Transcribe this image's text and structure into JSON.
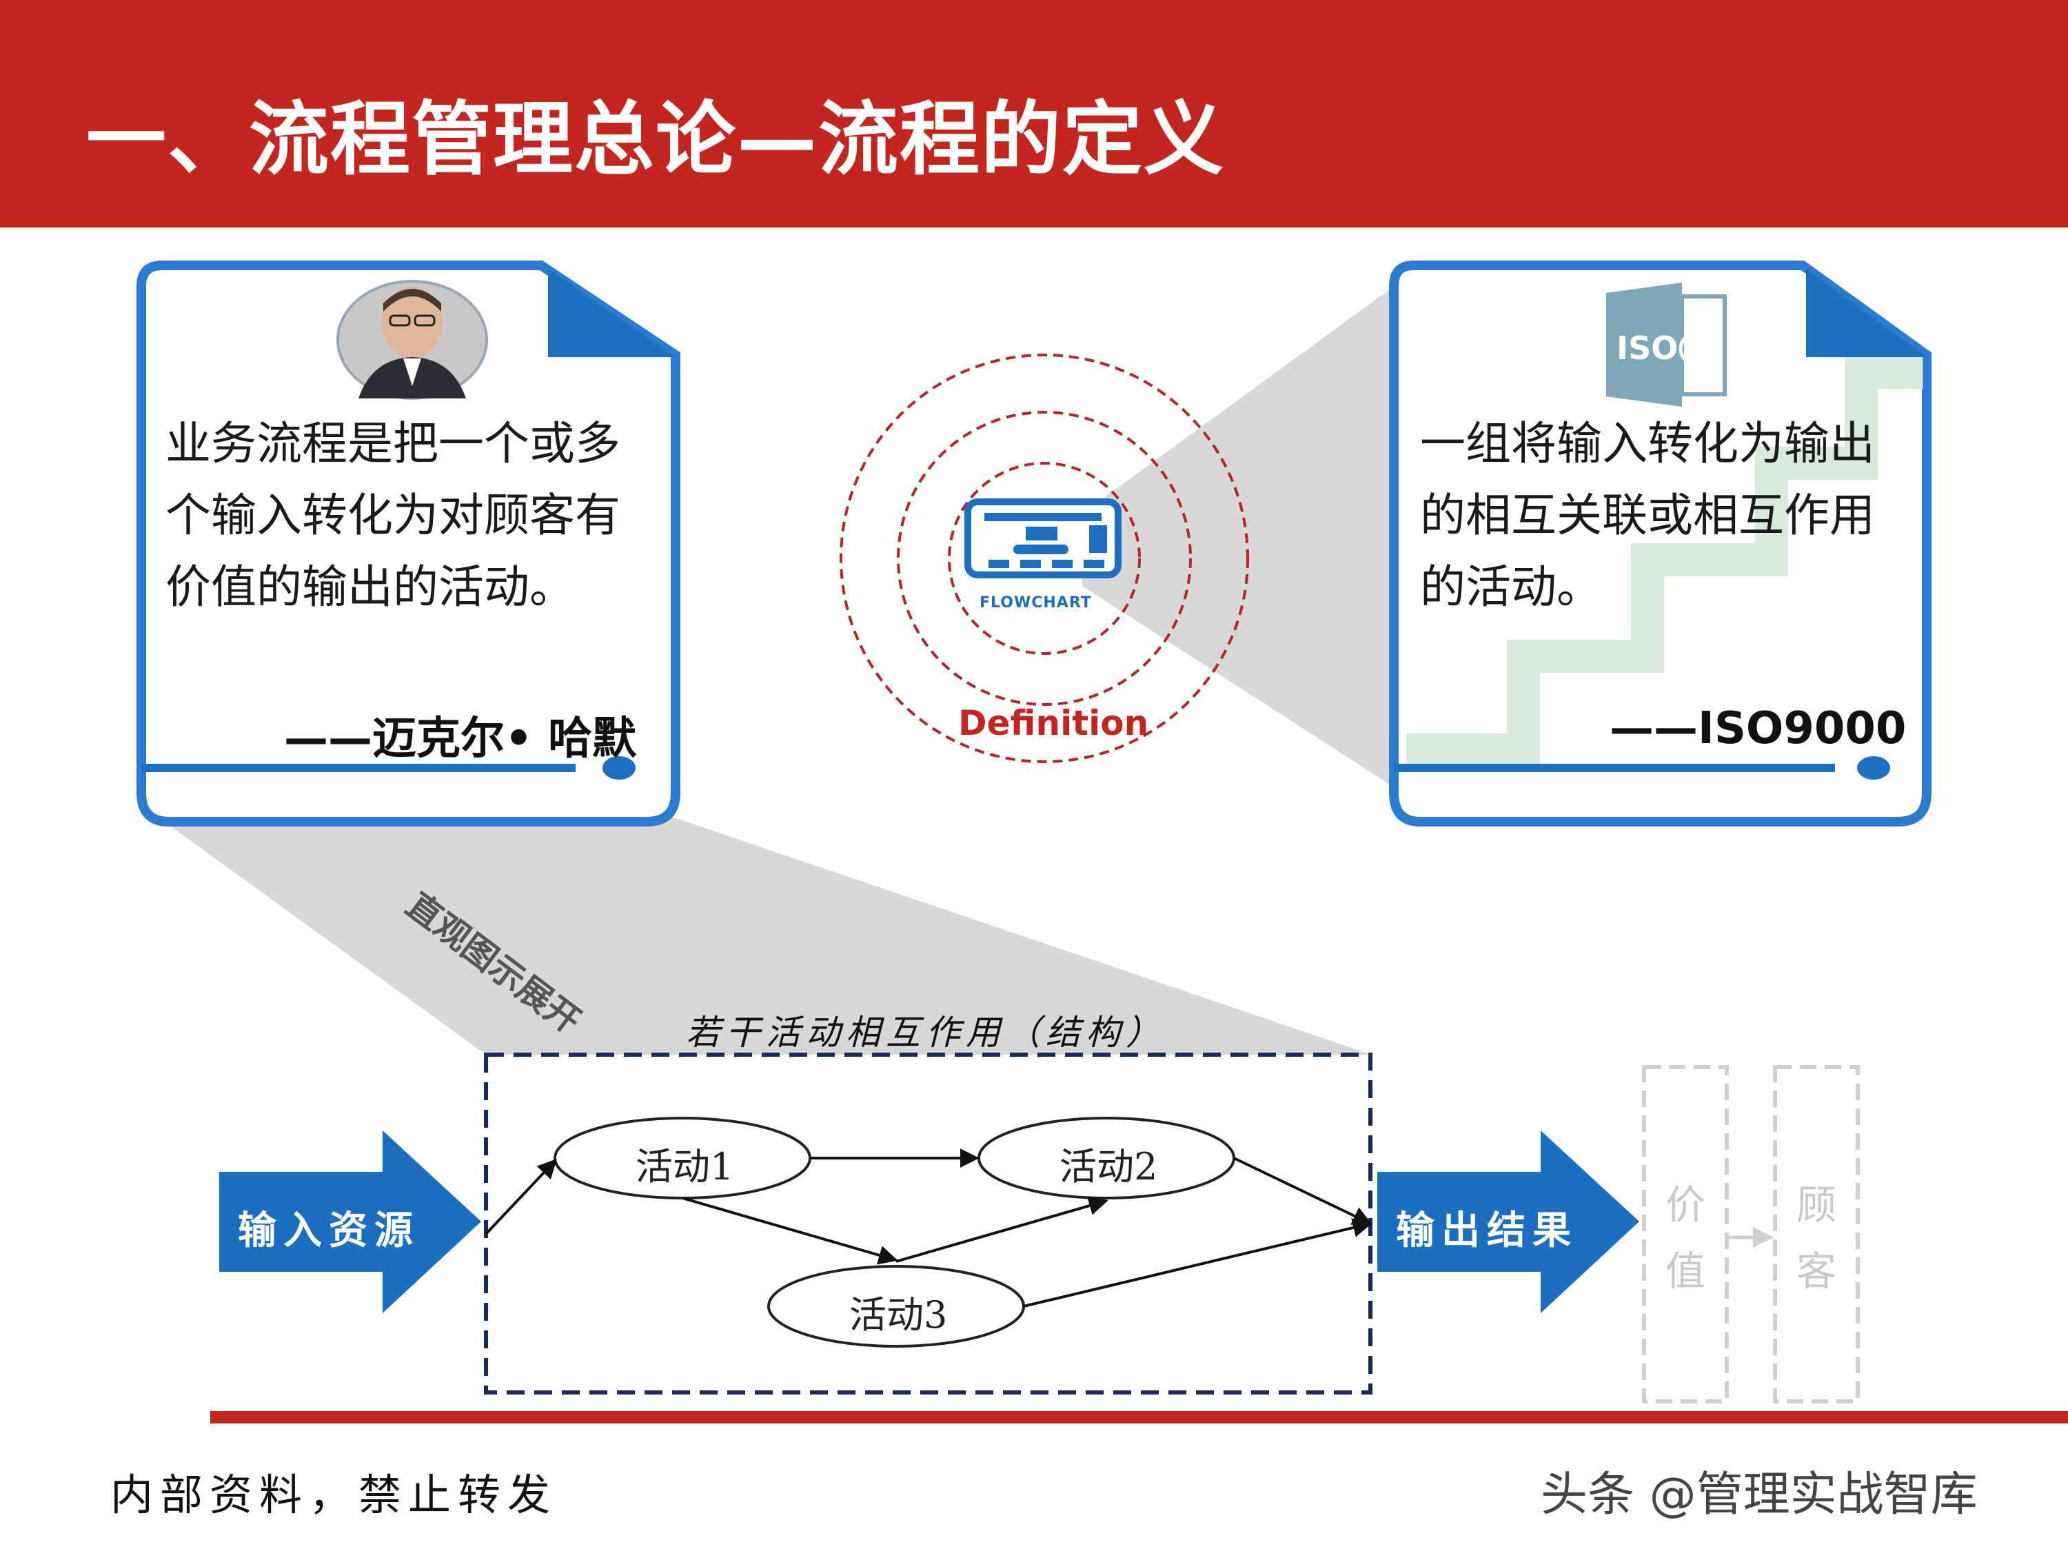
{
  "title": "一、流程管理总论—流程的定义",
  "left_card": {
    "lines": [
      "业务流程是把一个或多",
      "个输入转化为对顾客有",
      "价值的输出的活动。"
    ],
    "attribution": "——迈克尔• 哈默"
  },
  "right_card": {
    "logo_text": "ISO",
    "lines": [
      "一组将输入转化为输出",
      "的相互关联或相互作用",
      "的活动。"
    ],
    "attribution": "——ISO9000"
  },
  "center": {
    "icon_label": "FLOWCHART",
    "label": "Definition"
  },
  "diagonal_label": "直观图示展开",
  "diagram": {
    "frame_title": "若干活动相互作用（结构）",
    "input_label": "输入资源",
    "output_label": "输出结果",
    "activities": [
      "活动1",
      "活动2",
      "活动3"
    ],
    "ghost_boxes": [
      {
        "chars": [
          "价",
          "值"
        ]
      },
      {
        "chars": [
          "顾",
          "客"
        ]
      }
    ]
  },
  "footer": {
    "left": "内部资料，禁止转发",
    "right": "头条 @管理实战智库"
  },
  "colors": {
    "header_red": "#c3251f",
    "card_blue": "#1f6fc1",
    "arrow_blue": "#1c6fc0",
    "frame_navy": "#1b2a55",
    "ring_red": "#b3262a"
  }
}
